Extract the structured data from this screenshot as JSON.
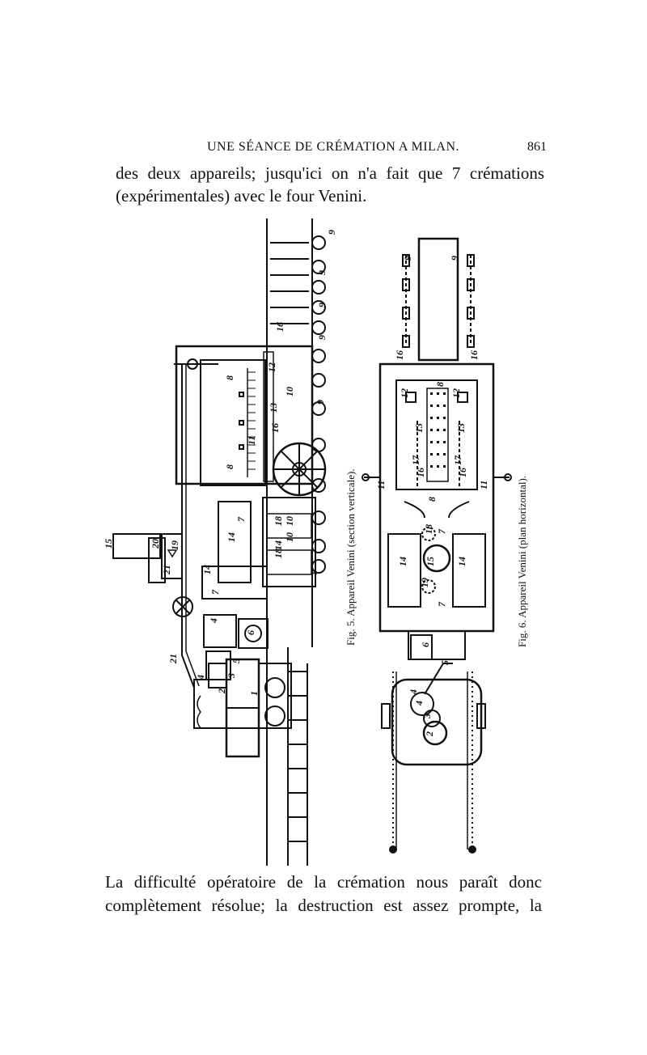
{
  "header": {
    "running_title": "UNE SÉANCE DE CRÉMATION A MILAN.",
    "page_number": "861"
  },
  "body_top": {
    "line1": "des deux appareils; jusqu'ici on n'a fait que 7 crémations",
    "line2": "(expérimentales) avec le four Venini."
  },
  "figures": {
    "fig5_caption": "Fig. 5. Appareil Venini (section verticale).",
    "fig6_caption": "Fig. 6. Appareil Venini (plan horizontal).",
    "fig5_labels": [
      "9",
      "9",
      "9",
      "9",
      "9",
      "16",
      "8",
      "12",
      "10",
      "10",
      "11",
      "13",
      "16",
      "8",
      "7",
      "14",
      "18",
      "14",
      "18",
      "10",
      "20",
      "19",
      "15",
      "14",
      "7",
      "21",
      "9",
      "21",
      "4",
      "6",
      "5",
      "3",
      "2",
      "1",
      "4"
    ],
    "fig6_labels": [
      "9",
      "9",
      "16",
      "16",
      "8",
      "12",
      "12",
      "13",
      "13",
      "17",
      "16",
      "17",
      "16",
      "11",
      "11",
      "8",
      "18",
      "7",
      "14",
      "15",
      "14",
      "19",
      "7",
      "6",
      "4",
      "3",
      "5",
      "4",
      "2"
    ]
  },
  "body_bottom": {
    "line1": "La difficulté opératoire de la crémation nous paraît donc",
    "line2": "complètement résolue; la destruction est assez prompte, la"
  }
}
